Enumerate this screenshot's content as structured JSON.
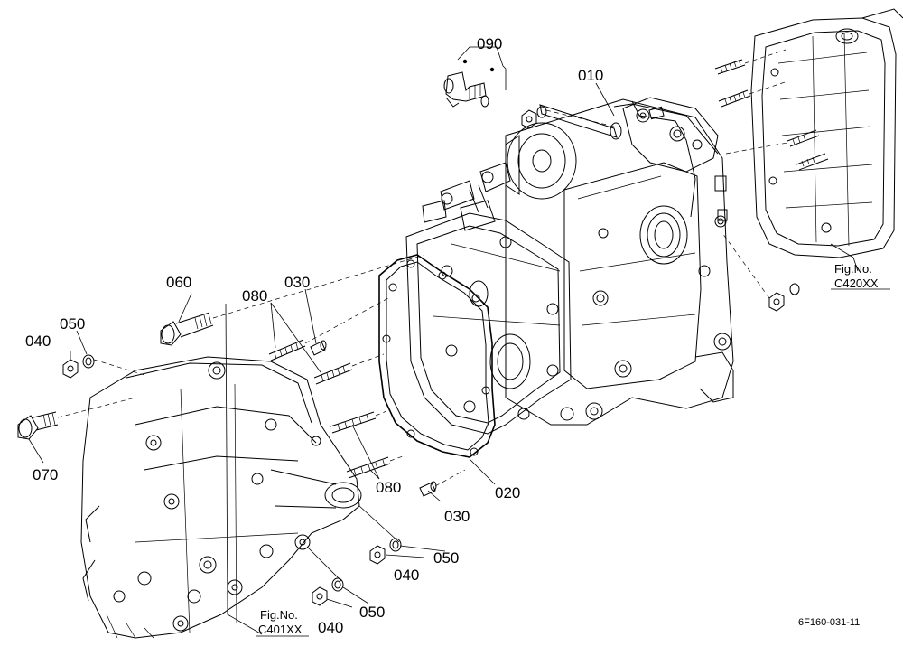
{
  "callouts": {
    "c010": "010",
    "c020": "020",
    "c030a": "030",
    "c030b": "030",
    "c040a": "040",
    "c040b": "040",
    "c040c": "040",
    "c050a": "050",
    "c050b": "050",
    "c050c": "050",
    "c060": "060",
    "c070": "070",
    "c080a": "080",
    "c080b": "080",
    "c090": "090"
  },
  "figure_refs": {
    "right_label": "Fig.No.",
    "right_code": "C420XX",
    "left_label": "Fig.No.",
    "left_code": "C401XX"
  },
  "document_id": "6F160-031-11"
}
